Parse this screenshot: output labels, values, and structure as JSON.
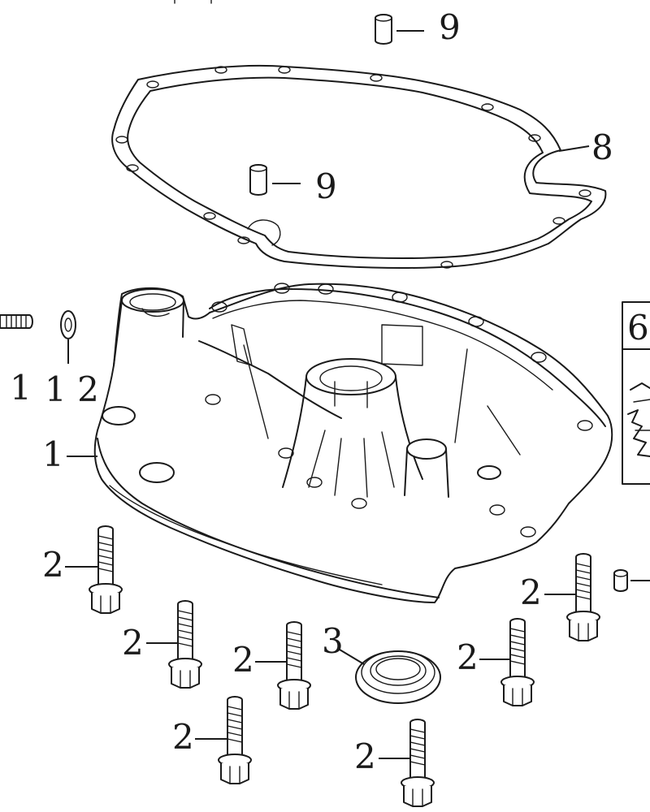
{
  "diagram": {
    "callouts": {
      "part_1": "1",
      "part_2_a": "2",
      "part_2_b": "2",
      "part_2_c": "2",
      "part_2_d": "2",
      "part_2_e": "2",
      "part_2_f": "2",
      "part_2_g": "2",
      "part_3": "3",
      "part_6": "6",
      "part_8": "8",
      "part_9_top": "9",
      "part_9_mid": "9",
      "part_11": "1 1",
      "part_12": "1 2"
    },
    "parts": [
      {
        "id": "1",
        "name": "cover-housing"
      },
      {
        "id": "2",
        "name": "flange-bolt"
      },
      {
        "id": "3",
        "name": "oil-seal"
      },
      {
        "id": "6",
        "name": "gear-inset"
      },
      {
        "id": "8",
        "name": "gasket"
      },
      {
        "id": "9",
        "name": "dowel-pin"
      },
      {
        "id": "11",
        "name": "stud"
      },
      {
        "id": "12",
        "name": "washer"
      }
    ]
  }
}
